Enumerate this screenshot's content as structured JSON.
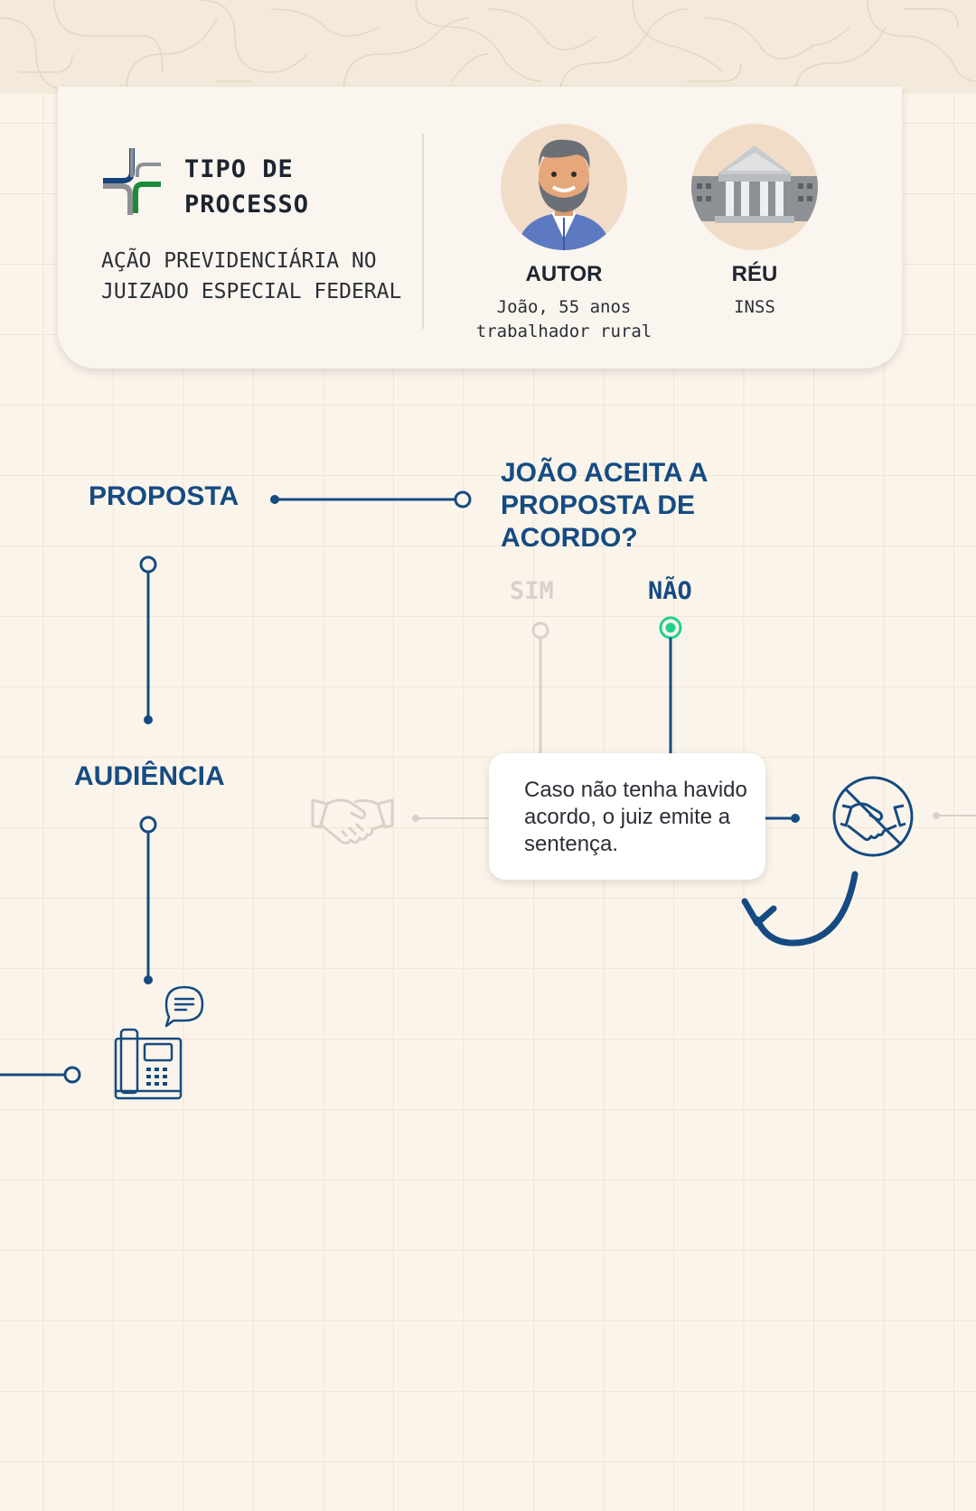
{
  "process": {
    "title": "TIPO DE PROCESSO",
    "description": "AÇÃO PREVIDENCIÁRIA NO JUIZADO ESPECIAL FEDERAL"
  },
  "parties": {
    "author": {
      "label": "AUTOR",
      "name": "João, 55 anos",
      "detail": "trabalhador rural"
    },
    "defendant": {
      "label": "RÉU",
      "name": "INSS"
    }
  },
  "flow": {
    "proposal_label": "PROPOSTA",
    "question": "JOÃO ACEITA A PROPOSTA DE ACORDO?",
    "option_yes": "SIM",
    "option_no": "NÃO",
    "selected_option": "NÃO",
    "hearing_label": "AUDIÊNCIA",
    "tooltip_text": "Caso não tenha havido acordo, o juiz emite a sentença."
  },
  "colors": {
    "primary": "#154b82",
    "accent": "#21d08f",
    "inactive": "#d8d2ca",
    "background": "#fbf4ea"
  },
  "icons": {
    "logo": "jf-logo-icon",
    "handshake": "handshake-icon",
    "no_agreement": "no-handshake-icon",
    "arrow": "curved-arrow-icon",
    "phone": "desk-phone-icon",
    "chat": "chat-bubble-icon"
  }
}
